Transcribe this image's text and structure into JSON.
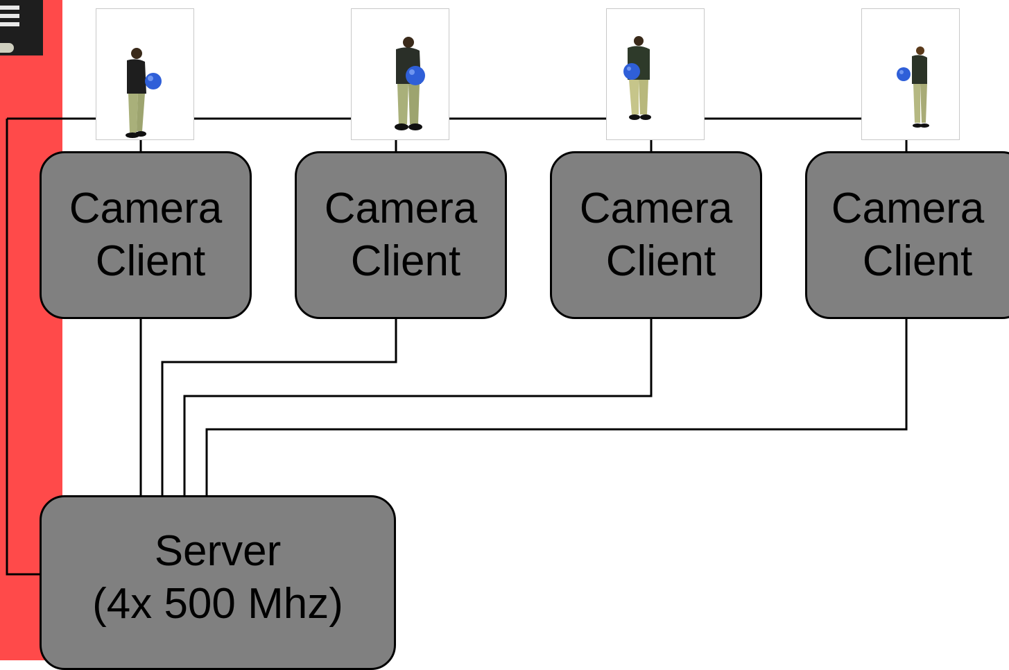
{
  "camera_clients": [
    {
      "line1": "Camera",
      "line2": "Client"
    },
    {
      "line1": "Camera",
      "line2": "Client"
    },
    {
      "line1": "Camera",
      "line2": "Client"
    },
    {
      "line1": "Camera",
      "line2": "Client"
    }
  ],
  "server": {
    "line1": "Server",
    "line2": "(4x 500 Mhz)"
  },
  "colors": {
    "accent_band": "#ff4a4a",
    "box_fill": "#808080",
    "stroke": "#000000",
    "ball": "#2f5fd8"
  }
}
